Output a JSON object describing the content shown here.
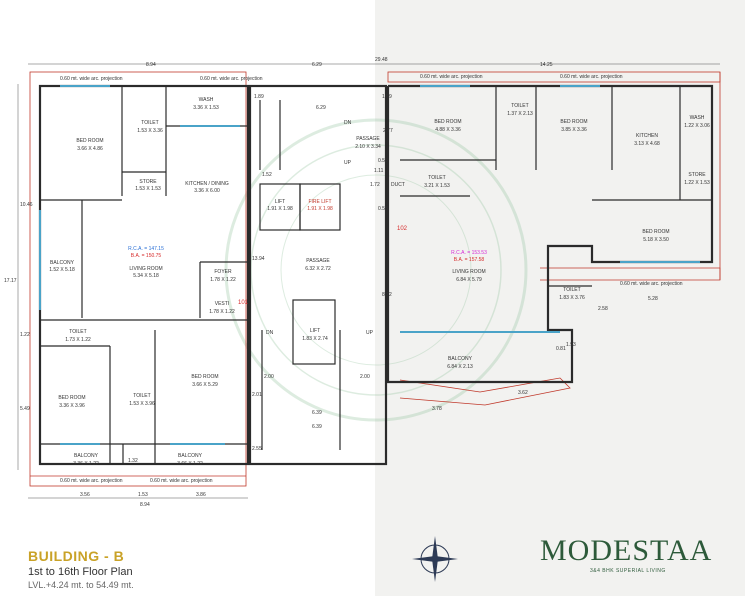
{
  "overall_dims": {
    "top_left": "8.94",
    "top_mid": "6.29",
    "top_total": "29.48",
    "top_right": "14.25"
  },
  "projection_label": "0.60 mt. wide arc. projection",
  "rooms": {
    "bed1": {
      "name": "BED ROOM",
      "size": "3.66 X 4.86"
    },
    "toilet1": {
      "name": "TOILET",
      "size": "1.53 X 3.36"
    },
    "wash1": {
      "name": "WASH",
      "size": "3.36 X 1.53"
    },
    "store1": {
      "name": "STORE",
      "size": "1.53 X 1.53"
    },
    "kitchen1": {
      "name": "KITCHEN / DINING",
      "size": "3.36 X 6.00"
    },
    "balcony1": {
      "name": "BALCONY",
      "size": "1.52 X 5.18"
    },
    "living1": {
      "name": "LIVING ROOM",
      "size": "5.34 X 5.18"
    },
    "foyer1": {
      "name": "FOYER",
      "size": "1.78 X 1.22"
    },
    "vesti1": {
      "name": "VESTI",
      "size": "1.78 X 1.22"
    },
    "toilet2": {
      "name": "TOILET",
      "size": "1.73 X 1.22"
    },
    "bed2": {
      "name": "BED ROOM",
      "size": "3.36 X 3.96"
    },
    "toilet3": {
      "name": "TOILET",
      "size": "1.53 X 3.96"
    },
    "bed3": {
      "name": "BED ROOM",
      "size": "3.66 X 5.29"
    },
    "balcony2": {
      "name": "BALCONY",
      "size": "3.36 X 1.22"
    },
    "balcony3": {
      "name": "BALCONY",
      "size": "3.66 X 1.22"
    },
    "lift1": {
      "name": "LIFT",
      "size": "1.91 X 1.98"
    },
    "firelift": {
      "name": "FIRE LIFT",
      "size": "1.91 X 1.98"
    },
    "passage1": {
      "name": "PASSAGE",
      "size": "2.10 X 3.34"
    },
    "passage2": {
      "name": "PASSAGE",
      "size": "6.32 X 2.72"
    },
    "lift2": {
      "name": "LIFT",
      "size": "1.83 X 2.74"
    },
    "bed4": {
      "name": "BED ROOM",
      "size": "4.88 X 3.36"
    },
    "toilet4": {
      "name": "TOILET",
      "size": "1.37 X 2.13"
    },
    "bed5": {
      "name": "BED ROOM",
      "size": "3.85 X 3.36"
    },
    "kitchen2": {
      "name": "KITCHEN",
      "size": "3.13 X 4.68"
    },
    "wash2": {
      "name": "WASH",
      "size": "1.22 X 3.06"
    },
    "store2": {
      "name": "STORE",
      "size": "1.22 X 1.53"
    },
    "toilet5": {
      "name": "TOILET",
      "size": "3.21 X 1.53"
    },
    "bed6": {
      "name": "BED ROOM",
      "size": "5.18 X 3.50"
    },
    "living2": {
      "name": "LIVING ROOM",
      "size": "6.84 X 5.79"
    },
    "toilet6": {
      "name": "TOILET",
      "size": "1.83 X 3.76"
    },
    "balcony4": {
      "name": "BALCONY",
      "size": "6.84 X 2.13"
    }
  },
  "areas": {
    "unit101": {
      "rca": "R.C.A. = 147.15",
      "ba": "B.A. = 150.75",
      "unit": "101"
    },
    "unit102": {
      "rca": "R.C.A. = 153.53",
      "ba": "B.A. = 157.58",
      "unit": "102"
    }
  },
  "labels": {
    "duct": "DUCT",
    "dn": "DN",
    "up": "UP"
  },
  "dims": {
    "d629": "6.29",
    "d189": "1.89",
    "d152": "1.52",
    "d153": "1.53",
    "d1394": "13.94",
    "d277": "2.77",
    "d172": "1.72",
    "d055": "0.55",
    "d111": "1.11",
    "d812": "8.12",
    "d1046": "10.46",
    "d1717": "17.17",
    "d122": "1.22",
    "d549": "5.49",
    "d200": "2.00",
    "d201": "2.01",
    "d639": "6.39",
    "d255": "2.55",
    "d132": "1.32",
    "d356": "3.56",
    "d386": "3.86",
    "d894": "8.94",
    "d528": "5.28",
    "d258": "2.58",
    "d081": "0.81",
    "d378": "3.78",
    "d362": "3.62",
    "d193": "1.93"
  },
  "building": "BUILDING - B",
  "floor_plan": "1st to 16th Floor Plan",
  "levels": "LVL.+4.24 mt. to 54.49 mt.",
  "brand": {
    "name": "MODESTAA",
    "tagline": "3&4 BHK SUPERIAL LIVING",
    "accent": "#2d5a3a",
    "gold": "#c9a227"
  },
  "colors": {
    "wall": "#2b2b2b",
    "projection": "#c0392b",
    "window": "#4aa3c8",
    "watermark": "#9fc9a8"
  }
}
